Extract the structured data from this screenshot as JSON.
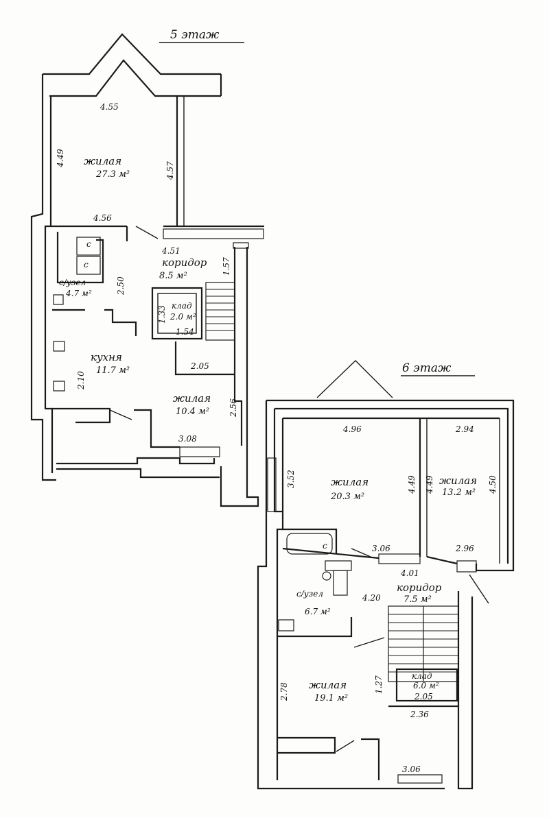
{
  "floor5": {
    "title": "5 этаж",
    "rooms": {
      "living_top": {
        "name": "жилая",
        "area": "27.3 м²"
      },
      "corridor": {
        "name": "коридор",
        "area": "8.5 м²"
      },
      "bathroom": {
        "name": "с/узел",
        "area": "4.7 м²"
      },
      "storage": {
        "name": "клад",
        "area": "2.0 м²"
      },
      "kitchen": {
        "name": "кухня",
        "area": "11.7 м²"
      },
      "living_bottom": {
        "name": "жилая",
        "area": "10.4 м²"
      }
    },
    "dims": {
      "d455": "4.55",
      "d449": "4.49",
      "d457": "4.57",
      "d456": "4.56",
      "d451": "4.51",
      "d157": "1.57",
      "d250": "2.50",
      "d133": "1.33",
      "d154": "1.54",
      "d205": "2.05",
      "d210": "2.10",
      "d256": "2.56",
      "d308": "3.08"
    },
    "wc_symbols": [
      "с",
      "с"
    ]
  },
  "floor6": {
    "title": "6 этаж",
    "rooms": {
      "living_left": {
        "name": "жилая",
        "area": "20.3 м²"
      },
      "living_right": {
        "name": "жилая",
        "area": "13.2 м²"
      },
      "bathroom": {
        "name": "с/узел",
        "area": "6.7 м²"
      },
      "corridor": {
        "name": "коридор",
        "area": "7.5 м²"
      },
      "living_bottom": {
        "name": "жилая",
        "area": "19.1 м²"
      },
      "storage": {
        "name": "клад",
        "area": "6.0 м²"
      }
    },
    "dims": {
      "d496": "4.96",
      "d294": "2.94",
      "d352": "3.52",
      "d449a": "4.49",
      "d449b": "4.49",
      "d450": "4.50",
      "d306a": "3.06",
      "d296": "2.96",
      "d401": "4.01",
      "d420": "4.20",
      "d278": "2.78",
      "d127": "1.27",
      "d205": "2.05",
      "d236": "2.36",
      "d306b": "3.06"
    },
    "wc_symbols": [
      "с"
    ]
  }
}
